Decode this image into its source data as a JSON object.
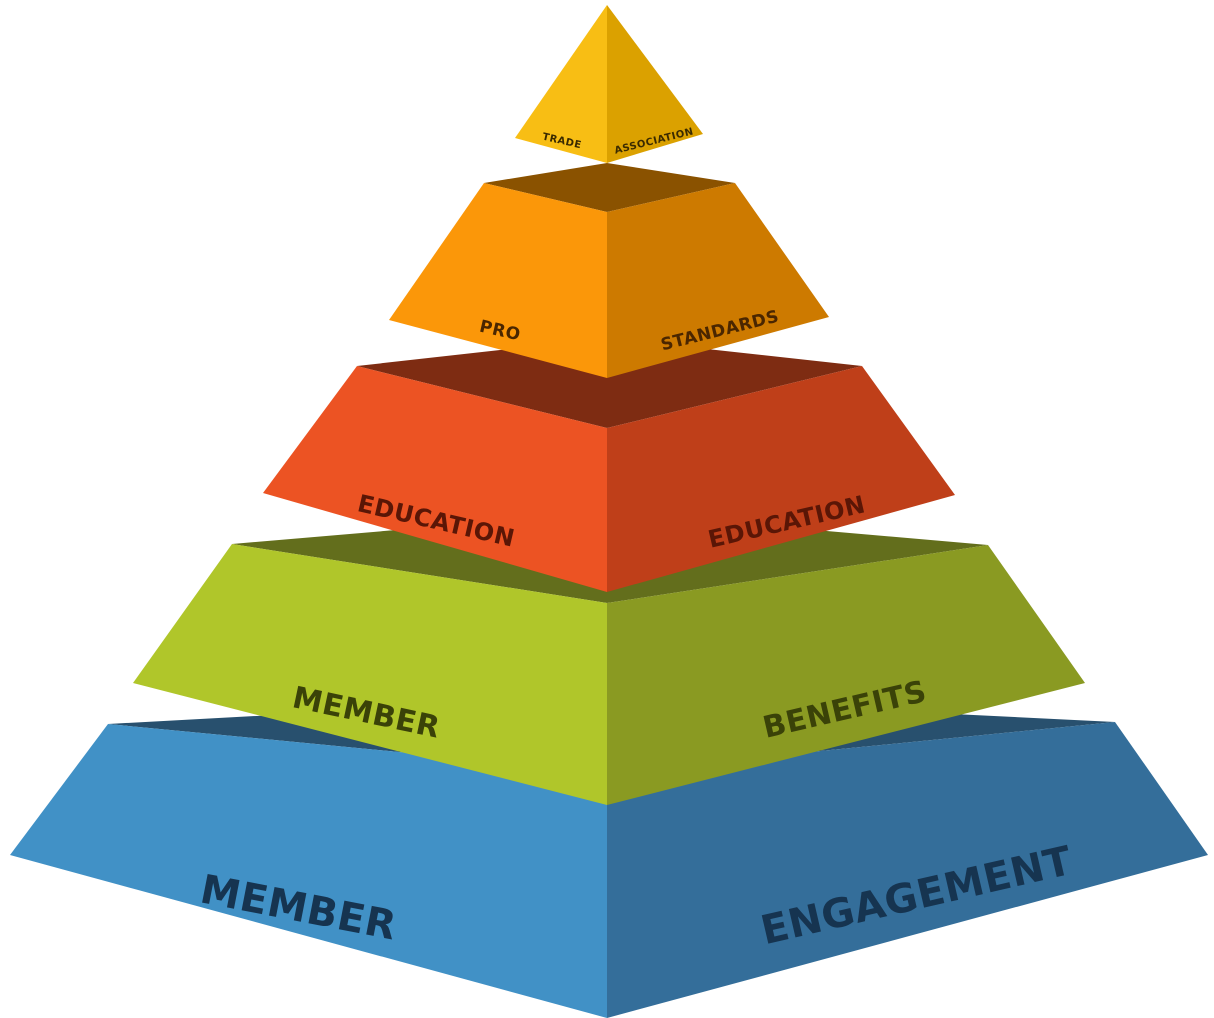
{
  "pyramid": {
    "tiers": [
      {
        "id": "apex",
        "left_label": "TRADE",
        "right_label": "ASSOCIATION",
        "colors": {
          "left": "#F8BE14",
          "right": "#DBA100",
          "top": "#B07F00",
          "text": "#3A2A00"
        }
      },
      {
        "id": "tier-2",
        "left_label": "PRO",
        "right_label": "STANDARDS",
        "colors": {
          "left": "#FB9709",
          "right": "#CD7A00",
          "top": "#8A5200",
          "text": "#4A2600"
        }
      },
      {
        "id": "tier-3",
        "left_label": "EDUCATION",
        "right_label": "EDUCATION",
        "colors": {
          "left": "#EC5323",
          "right": "#BF3F19",
          "top": "#7E2C12",
          "text": "#5A1606"
        }
      },
      {
        "id": "tier-4",
        "left_label": "MEMBER",
        "right_label": "BENEFITS",
        "colors": {
          "left": "#B0C62A",
          "right": "#8A9A22",
          "top": "#636E1C",
          "text": "#3A4208"
        }
      },
      {
        "id": "tier-5",
        "left_label": "MEMBER",
        "right_label": "ENGAGEMENT",
        "colors": {
          "left": "#4191C6",
          "right": "#346E9A",
          "top": "#28506E",
          "text": "#163450"
        }
      }
    ]
  }
}
